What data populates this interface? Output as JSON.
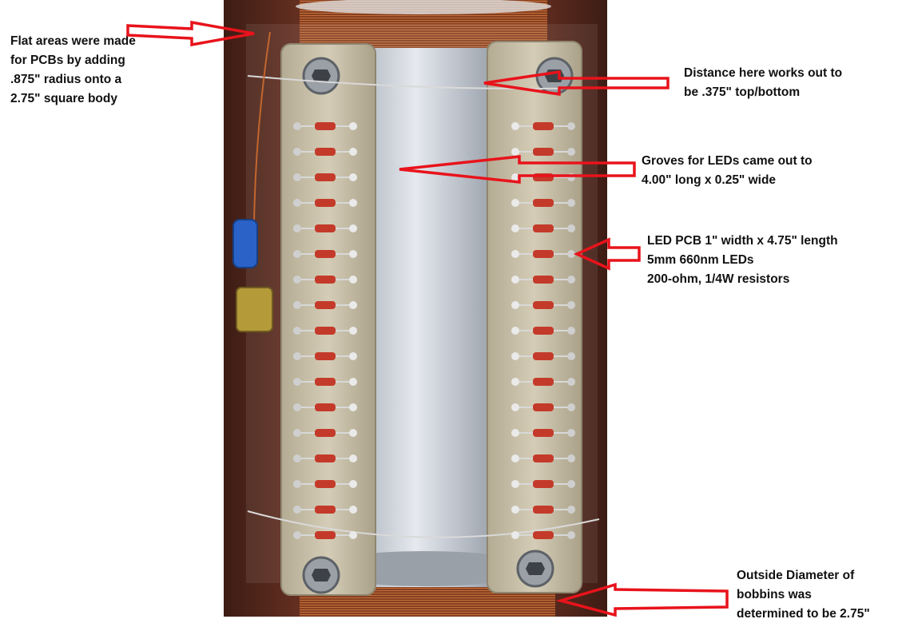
{
  "annotations": {
    "flat_areas": "Flat areas were made\nfor PCBs by adding\n.875\" radius onto a\n2.75\" square body",
    "distance": "Distance here works out to\nbe .375\" top/bottom",
    "groves": "Groves for LEDs came out to\n4.00\" long x 0.25\" wide",
    "led_pcb": "LED PCB 1\" width x 4.75\" length\n5mm 660nm LEDs\n200-ohm, 1/4W resistors",
    "outside_diameter": "Outside Diameter of\nbobbins was\ndetermined to be 2.75\""
  },
  "colors": {
    "arrow": "#e8131b",
    "pcb": "#c9c1aa",
    "aluminum": "#c7ccd3",
    "copper": "#a4471c",
    "background_wood": "#5a2a1c"
  },
  "photo": {
    "subject": "aluminum cylinder with two LED PCBs and copper bobbins"
  }
}
